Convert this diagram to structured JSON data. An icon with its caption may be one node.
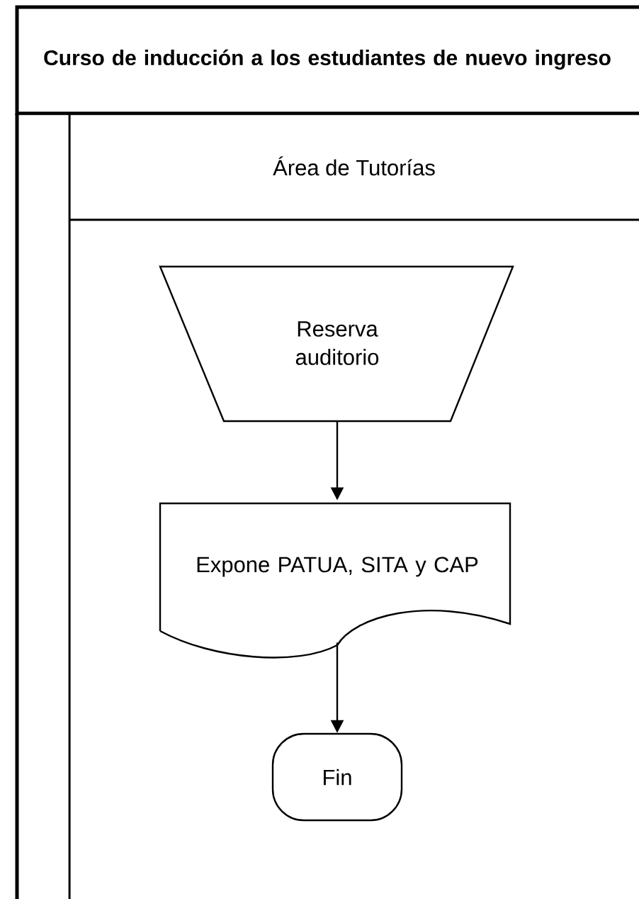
{
  "diagram": {
    "title": "Curso de inducción a los estudiantes de nuevo ingreso",
    "nodes": [
      {
        "text": [
          "Área de Tutorías"
        ]
      },
      {
        "text": [
          "Reserva auditorio"
        ],
        "in": 0
      },
      {
        "text": [
          "Expone PATUA, SITA y CAP"
        ],
        "in": 0
      },
      {
        "text": [
          "Fin"
        ],
        "in": 0
      }
    ],
    "edges": [
      {
        "from": 1,
        "to": 2,
        "arrow": "to"
      },
      {
        "from": 2,
        "to": 3,
        "arrow": "to"
      }
    ]
  }
}
